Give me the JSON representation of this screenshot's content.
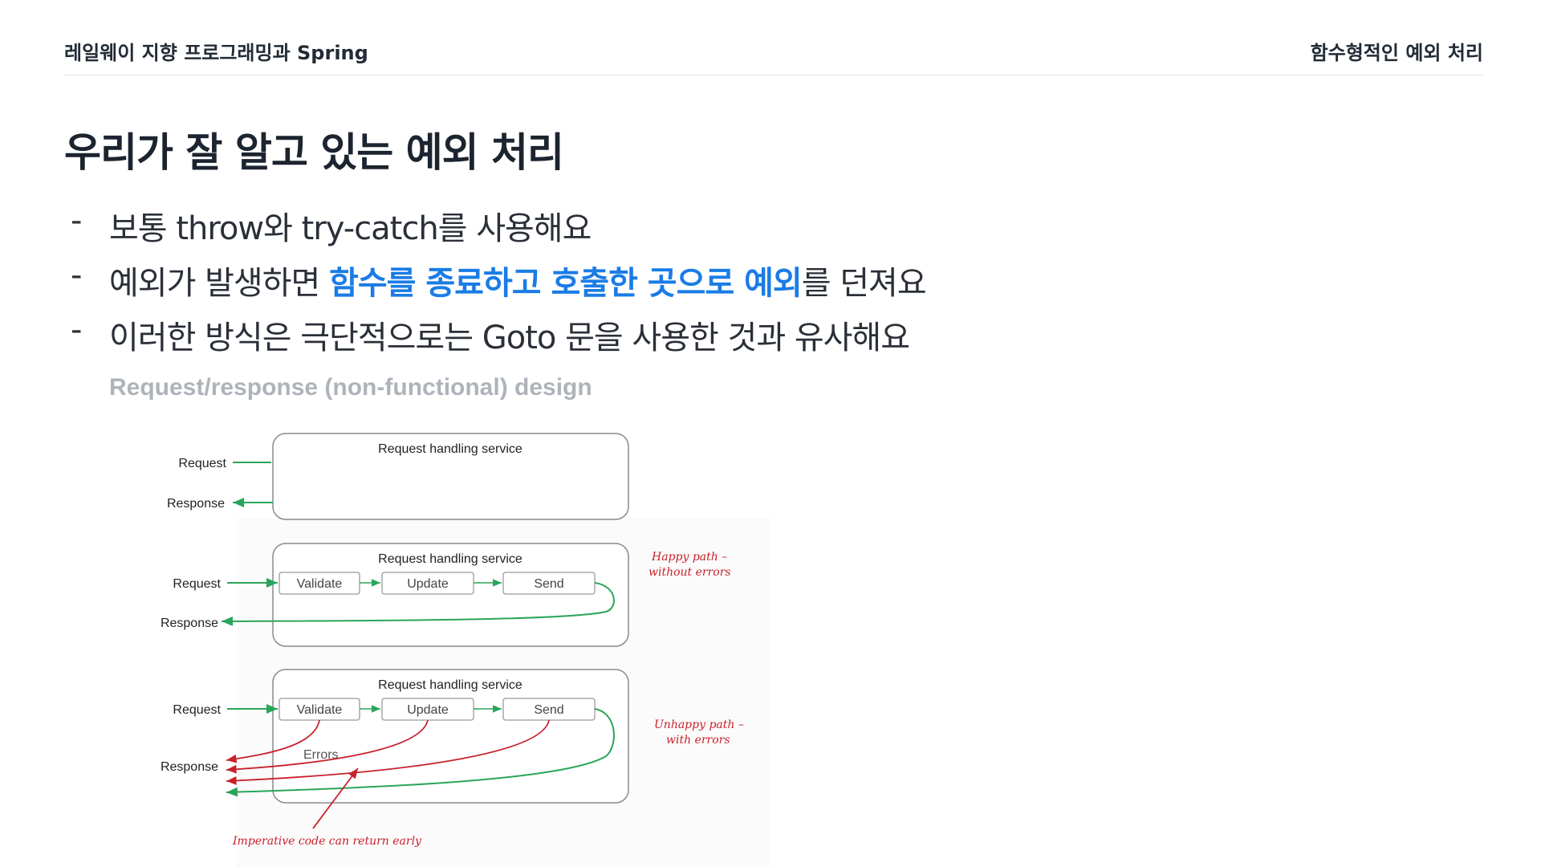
{
  "header": {
    "left": "레일웨이 지향 프로그래밍과 Spring",
    "right": "함수형적인 예외 처리"
  },
  "slide": {
    "title": "우리가 잘 알고 있는 예외 처리"
  },
  "bullets": [
    {
      "dash": "-",
      "text": "보통 throw와 try-catch를 사용해요"
    },
    {
      "dash": "-",
      "prefix": "예외가 발생하면 ",
      "highlight": "함수를 종료하고 호출한 곳으로 예외",
      "suffix": "를 던져요"
    },
    {
      "dash": "-",
      "text": "이러한 방식은 극단적으로는 Goto 문을 사용한 것과 유사해요"
    }
  ],
  "figure": {
    "caption": "Request/response (non-functional) design",
    "service_label": "Request handling service",
    "request_label": "Request",
    "response_label": "Response",
    "steps": [
      "Validate",
      "Update",
      "Send"
    ],
    "errors_label": "Errors",
    "happy_path_note_1": "Happy path –",
    "happy_path_note_2": "without errors",
    "unhappy_path_note_1": "Unhappy path –",
    "unhappy_path_note_2": "with errors",
    "imperative_note": "Imperative code can return early",
    "colors": {
      "green": "#2aa55a",
      "red": "#c8202a",
      "box_stroke": "#8a8a8a",
      "step_stroke": "#9a9a9a",
      "highlight": "#1a7ce6"
    }
  }
}
